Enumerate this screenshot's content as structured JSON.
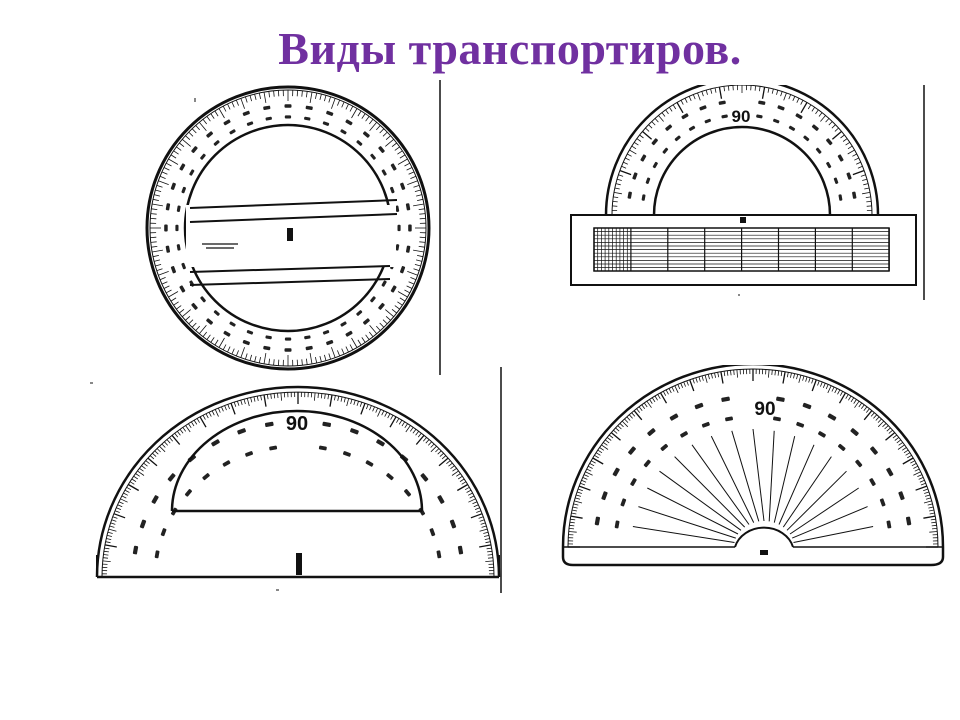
{
  "slide": {
    "title": "Виды транспортиров."
  },
  "colors": {
    "title": "#7030a0",
    "ink": "#111111",
    "background": "#ffffff"
  },
  "figures": [
    {
      "name": "full-circle-protractor"
    },
    {
      "name": "semicircle-protractor-with-ruler",
      "center_label": "90"
    },
    {
      "name": "semicircle-protractor-large",
      "center_label": "90"
    },
    {
      "name": "semicircle-protractor-radial-lines",
      "center_label": "90"
    }
  ]
}
